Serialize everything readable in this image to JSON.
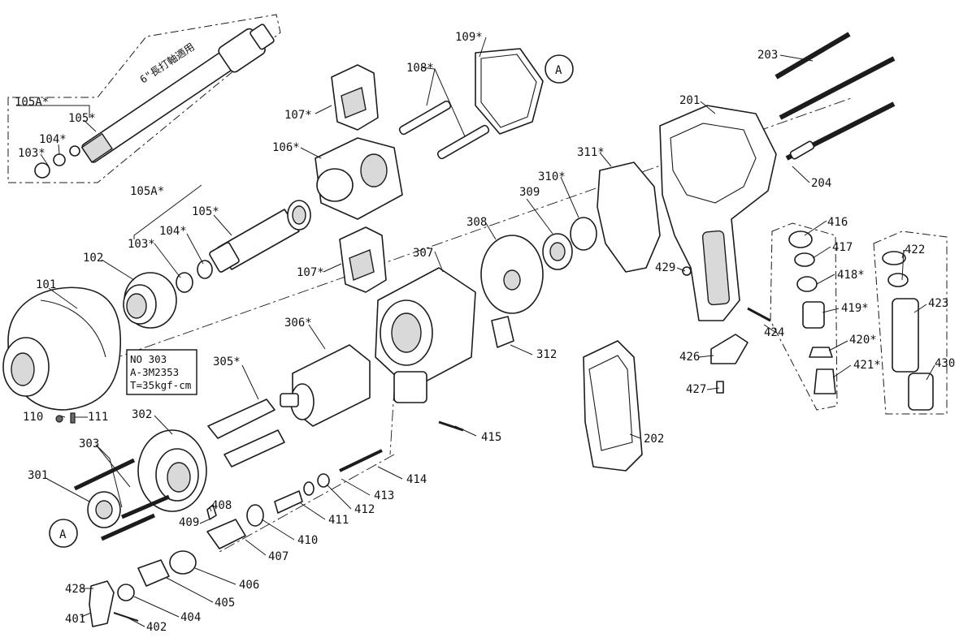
{
  "callouts": {
    "c101": "101",
    "c102": "102",
    "c103a": "103*",
    "c103b": "103*",
    "c104a": "104*",
    "c104b": "104*",
    "c105a": "105*",
    "c105b": "105*",
    "c105Aa": "105A*",
    "c105Ab": "105A*",
    "c106": "106*",
    "c107a": "107*",
    "c107b": "107*",
    "c108": "108*",
    "c109": "109*",
    "c110": "110",
    "c111": "111",
    "c201": "201",
    "c202": "202",
    "c203": "203",
    "c204": "204",
    "c301": "301",
    "c302": "302",
    "c303": "303",
    "c305": "305*",
    "c306": "306*",
    "c307": "307",
    "c308": "308",
    "c309": "309",
    "c310": "310*",
    "c311": "311*",
    "c312": "312",
    "c401": "401",
    "c402": "402",
    "c404": "404",
    "c405": "405",
    "c406": "406",
    "c407": "407",
    "c408": "408",
    "c409": "409",
    "c410": "410",
    "c411": "411",
    "c412": "412",
    "c413": "413",
    "c414": "414",
    "c415": "415",
    "c416": "416",
    "c417": "417",
    "c418": "418*",
    "c419": "419*",
    "c420": "420*",
    "c421": "421*",
    "c422": "422",
    "c423": "423",
    "c424": "424",
    "c426": "426",
    "c427": "427",
    "c428": "428",
    "c429": "429",
    "c430": "430",
    "refA1": "A",
    "refA2": "A"
  },
  "anvil_text": "6\"長打軸適用",
  "note_box": {
    "line1": "NO 303",
    "line2": "A-3M2353",
    "line3": "T=35kgf-cm"
  }
}
